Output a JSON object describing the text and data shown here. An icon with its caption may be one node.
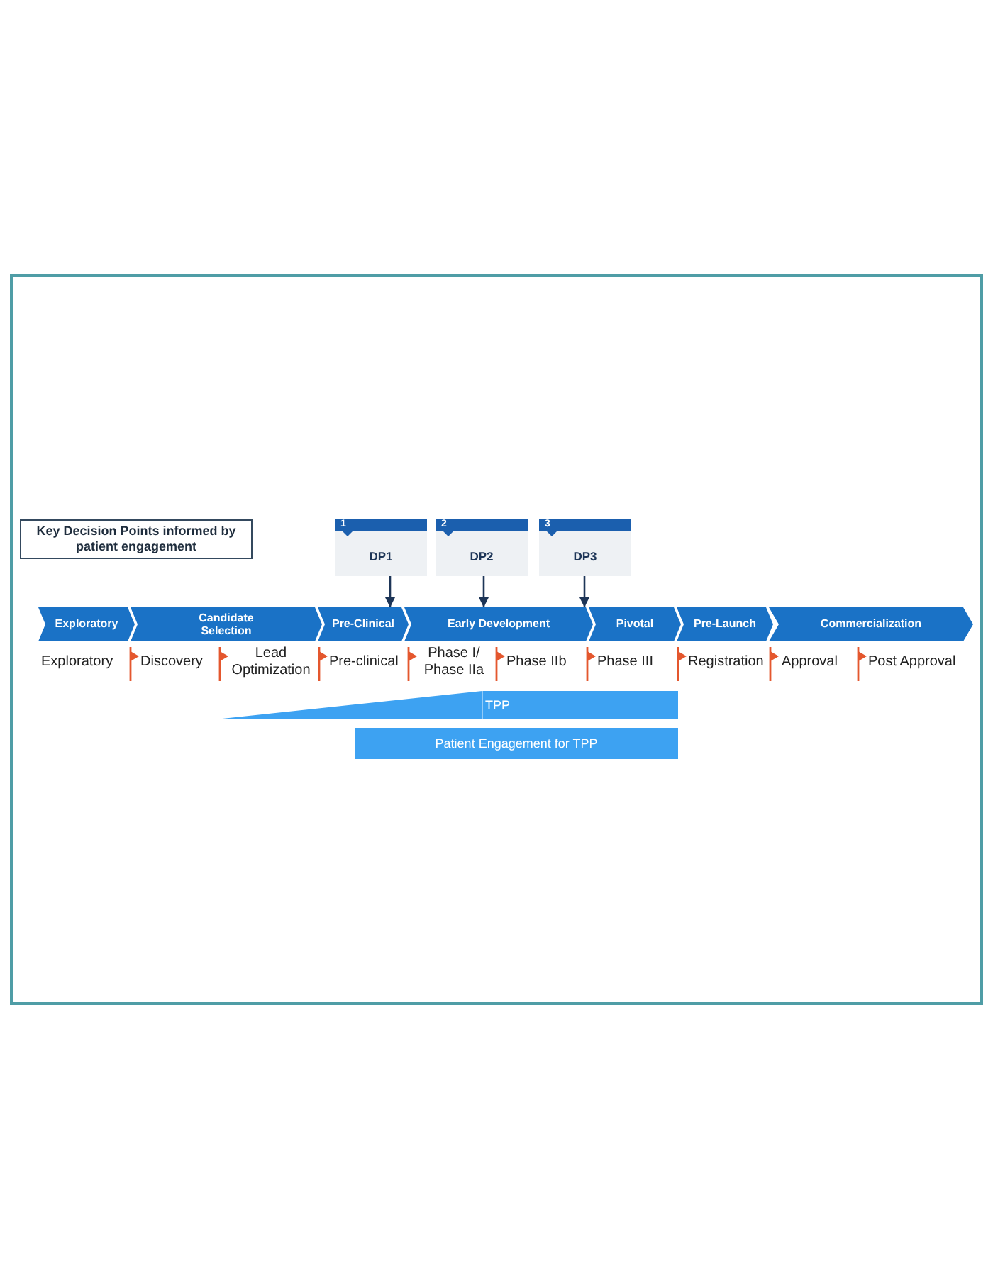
{
  "diagram": {
    "nodes": [
      {
        "text": [
          "Key Decision Points informed by patient engagement"
        ]
      },
      {
        "text": [
          "1",
          "DP1"
        ]
      },
      {
        "text": [
          "2",
          "DP2"
        ]
      },
      {
        "text": [
          "3",
          "DP3"
        ]
      },
      {
        "text": [
          "Exploratory"
        ]
      },
      {
        "text": [
          "Candidate Selection"
        ]
      },
      {
        "text": [
          "Pre-Clinical"
        ]
      },
      {
        "text": [
          "Early Development"
        ]
      },
      {
        "text": [
          "Pivotal"
        ]
      },
      {
        "text": [
          "Pre-Launch"
        ]
      },
      {
        "text": [
          "Commercialization"
        ]
      },
      {
        "text": [
          "TPP"
        ]
      },
      {
        "text": [
          "Patient Engagement for TPP"
        ]
      }
    ],
    "edges": [
      {
        "from": 1,
        "to": 6,
        "arrow": "to"
      },
      {
        "from": 2,
        "to": 7,
        "arrow": "to"
      },
      {
        "from": 3,
        "to": 7,
        "arrow": "to"
      }
    ],
    "labels": [
      "Exploratory",
      "Discovery",
      "Lead Optimization",
      "Pre-clinical",
      "Phase I/ Phase IIa",
      "Phase IIb",
      "Phase III",
      "Registration",
      "Approval",
      "Post Approval"
    ]
  }
}
